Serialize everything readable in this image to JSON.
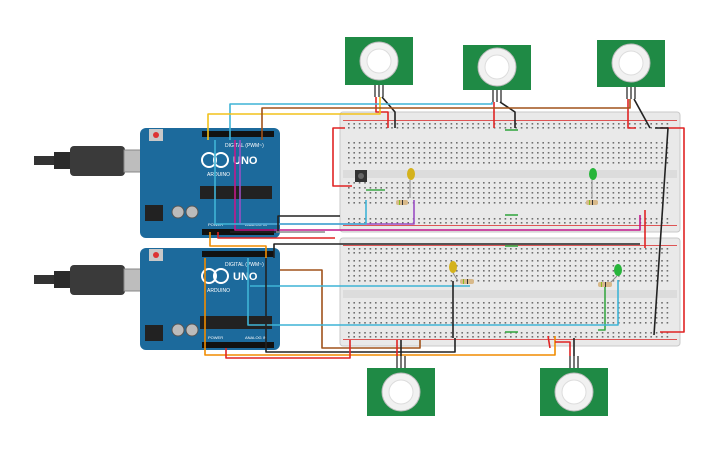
{
  "boards": [
    {
      "brand": "UNO",
      "maker": "ARDUINO",
      "header_label": "DIGITAL (PWM~)",
      "power_label": "POWER",
      "analog_label": "ANALOG IN"
    },
    {
      "brand": "UNO",
      "maker": "ARDUINO",
      "header_label": "DIGITAL (PWM~)",
      "power_label": "POWER",
      "analog_label": "ANALOG IN"
    }
  ],
  "pir_sensor_count": 5,
  "led_colors": {
    "yellow": "#d4b21c",
    "green": "#27b53a"
  },
  "wire_colors": {
    "red": "#e02424",
    "black": "#222222",
    "orange": "#f08c00",
    "yellow": "#f2c21b",
    "cyan": "#3fb4d6",
    "magenta": "#c2188c",
    "brown": "#a0521a",
    "green": "#3aa845",
    "purple": "#9a4ec4",
    "gray": "#8a8a8a"
  },
  "colors": {
    "arduino_blue": "#1c6a9c",
    "breadboard": "#e9e9e9",
    "pcb_green": "#1f8a45"
  }
}
